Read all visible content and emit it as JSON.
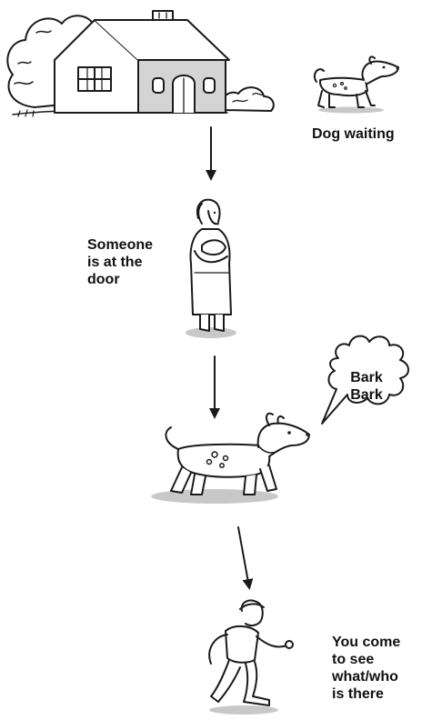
{
  "steps": [
    {
      "illustration": "house-with-tree-icon",
      "caption_lines": []
    },
    {
      "illustration": "waiting-dog-icon",
      "caption_lines": [
        "Dog waiting"
      ]
    },
    {
      "illustration": "woman-visitor-icon",
      "caption_lines": [
        "Someone",
        "is at the",
        "door"
      ]
    },
    {
      "illustration": "barking-dog-icon",
      "caption_lines": []
    },
    {
      "illustration": "running-person-icon",
      "caption_lines": [
        "You come",
        "to see",
        "what/who",
        "is there"
      ]
    }
  ],
  "speech_bubble": {
    "icon": "speech-burst-icon",
    "lines": [
      "Bark",
      "Bark"
    ]
  },
  "colors": {
    "ink": "#1a1a1a",
    "shade": "#c8c8c8",
    "paper": "#ffffff",
    "house_side": "#d4d4d4"
  }
}
